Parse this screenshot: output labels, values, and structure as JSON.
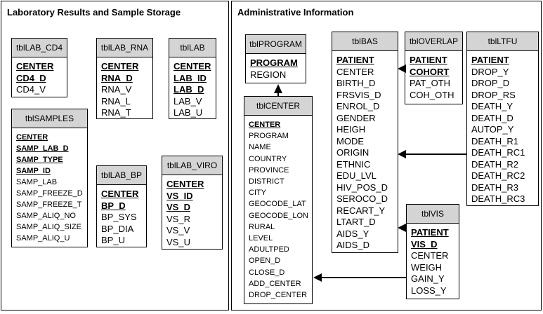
{
  "panels": {
    "left_title": "Laboratory Results and Sample Storage",
    "right_title": "Administrative Information"
  },
  "tables": {
    "lab_cd4": {
      "name": "tblLAB_CD4",
      "keys": [
        "CENTER",
        "CD4_D"
      ],
      "fields": [
        "CD4_V"
      ]
    },
    "lab_rna": {
      "name": "tblLAB_RNA",
      "keys": [
        "CENTER",
        "RNA_D"
      ],
      "fields": [
        "RNA_V",
        "RNA_L",
        "RNA_T"
      ]
    },
    "lab": {
      "name": "tblLAB",
      "keys": [
        "CENTER",
        "LAB_ID",
        "LAB_D"
      ],
      "fields": [
        "LAB_V",
        "LAB_U"
      ]
    },
    "samples": {
      "name": "tblSAMPLES",
      "keys": [
        "CENTER",
        "SAMP_LAB_D",
        "SAMP_TYPE",
        "SAMP_ID"
      ],
      "fields": [
        "SAMP_LAB",
        "SAMP_FREEZE_D",
        "SAMP_FREEZE_T",
        "SAMP_ALIQ_NO",
        "SAMP_ALIQ_SIZE",
        "SAMP_ALIQ_U"
      ]
    },
    "lab_bp": {
      "name": "tblLAB_BP",
      "keys": [
        "CENTER",
        "BP_D"
      ],
      "fields": [
        "BP_SYS",
        "BP_DIA",
        "BP_U"
      ]
    },
    "lab_viro": {
      "name": "tblLAB_VIRO",
      "keys": [
        "CENTER",
        "VS_ID",
        "VS_D"
      ],
      "fields": [
        "VS_R",
        "VS_V",
        "VS_U"
      ]
    },
    "program": {
      "name": "tblPROGRAM",
      "keys": [
        "PROGRAM"
      ],
      "fields": [
        "REGION"
      ]
    },
    "center": {
      "name": "tblCENTER",
      "keys": [
        "CENTER"
      ],
      "fields": [
        "PROGRAM",
        "NAME",
        "COUNTRY",
        "PROVINCE",
        "DISTRICT",
        "CITY",
        "GEOCODE_LAT",
        "GEOCODE_LON",
        "RURAL",
        "LEVEL",
        "ADULTPED",
        "OPEN_D",
        "CLOSE_D",
        "ADD_CENTER",
        "DROP_CENTER"
      ]
    },
    "bas": {
      "name": "tblBAS",
      "keys": [
        "PATIENT"
      ],
      "fields": [
        "CENTER",
        "BIRTH_D",
        "FRSVIS_D",
        "ENROL_D",
        "GENDER",
        "HEIGH",
        "MODE",
        "ORIGIN",
        "ETHNIC",
        "EDU_LVL",
        "HIV_POS_D",
        "SEROCO_D",
        "RECART_Y",
        "LTART_D",
        "AIDS_Y",
        "AIDS_D"
      ]
    },
    "overlap": {
      "name": "tblOVERLAP",
      "keys": [
        "PATIENT",
        "COHORT"
      ],
      "fields": [
        "PAT_OTH",
        "COH_OTH"
      ]
    },
    "ltfu": {
      "name": "tblLTFU",
      "keys": [
        "PATIENT"
      ],
      "fields": [
        "DROP_Y",
        "DROP_D",
        "DROP_RS",
        "DEATH_Y",
        "DEATH_D",
        "AUTOP_Y",
        "DEATH_R1",
        "DEATH_RC1",
        "DEATH_R2",
        "DEATH_RC2",
        "DEATH_R3",
        "DEATH_RC3"
      ]
    },
    "vis": {
      "name": "tblVIS",
      "keys": [
        "PATIENT",
        "VIS_D"
      ],
      "fields": [
        "CENTER",
        "WEIGH",
        "GAIN_Y",
        "LOSS_Y"
      ]
    }
  }
}
